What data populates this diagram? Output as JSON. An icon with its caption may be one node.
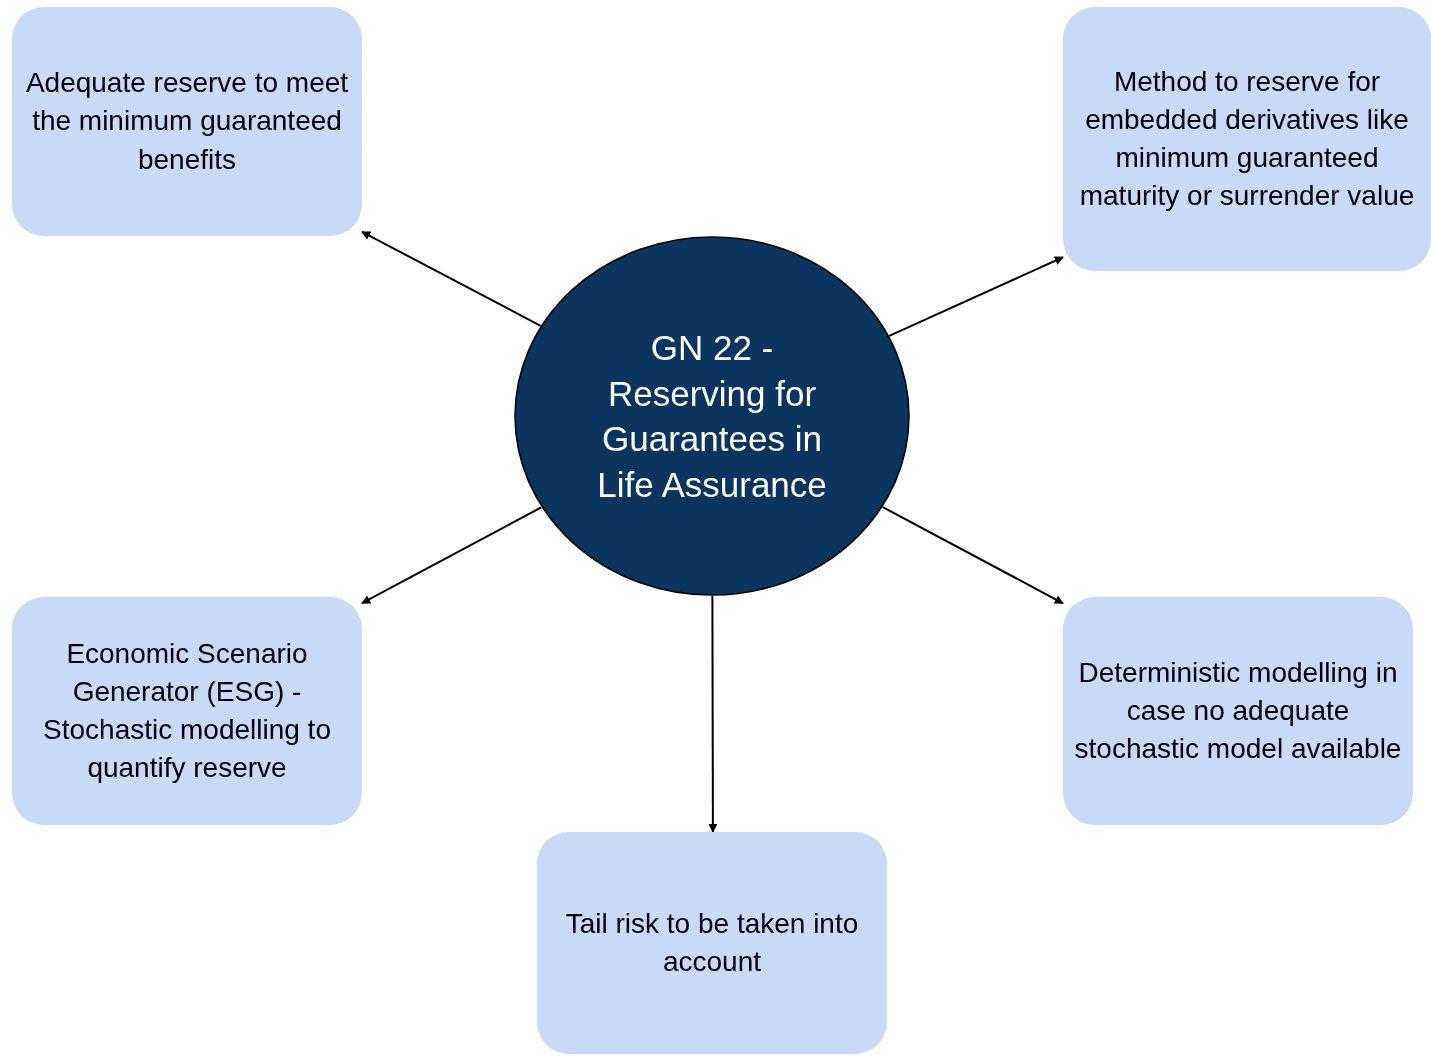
{
  "diagram": {
    "nodes": [
      {
        "text": [
          "Adequate reserve to meet the minimum guaranteed benefits"
        ]
      },
      {
        "text": [
          "Method to reserve for embedded derivatives like minimum guaranteed maturity or surrender value"
        ]
      },
      {
        "text": [
          "GN 22 - Reserving for Guarantees in Life Assurance"
        ]
      },
      {
        "text": [
          "Economic Scenario Generator (ESG) - Stochastic modelling to quantify reserve"
        ]
      },
      {
        "text": [
          "Deterministic modelling in case no adequate stochastic model available"
        ]
      },
      {
        "text": [
          "Tail risk to be taken into account"
        ]
      }
    ],
    "edges": [
      {
        "from": 2,
        "to": 0,
        "arrow": "to"
      },
      {
        "from": 2,
        "to": 1,
        "arrow": "to"
      },
      {
        "from": 2,
        "to": 3,
        "arrow": "to"
      },
      {
        "from": 2,
        "to": 4,
        "arrow": "to"
      },
      {
        "from": 2,
        "to": 5,
        "arrow": "to"
      }
    ]
  }
}
